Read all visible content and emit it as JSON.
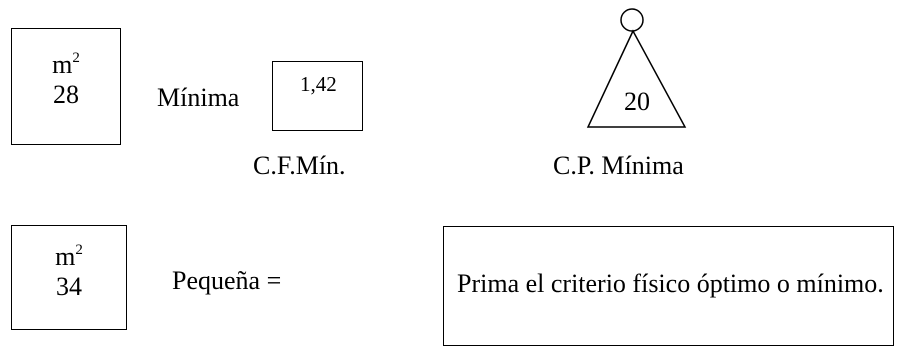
{
  "minima": {
    "area_unit": "m",
    "area_exp": "2",
    "area_value": "28",
    "label": "Mínima",
    "cf_value": "1,42",
    "cf_label": "C.F.Mín.",
    "cp_value": "20",
    "cp_label": "C.P. Mínima"
  },
  "pequena": {
    "area_unit": "m",
    "area_exp": "2",
    "area_value": "34",
    "label": "Pequeña =",
    "criterion_text": "Prima el criterio físico óptimo o mínimo."
  }
}
